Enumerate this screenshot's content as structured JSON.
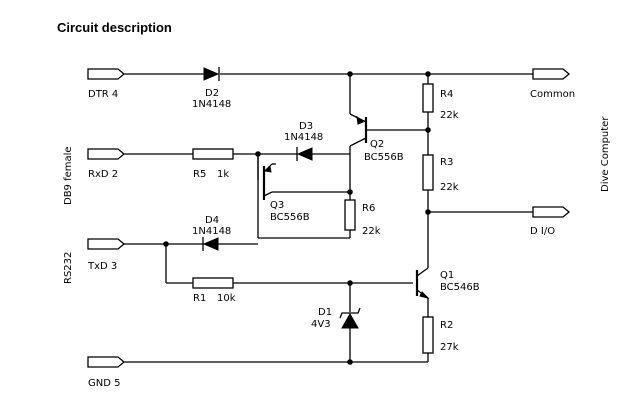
{
  "title": "Circuit description",
  "connectors": {
    "dtr": "DTR 4",
    "rxd": "RxD 2",
    "txd": "TxD 3",
    "gnd": "GND 5",
    "common": "Common",
    "dio": "D I/O"
  },
  "side_labels": {
    "db9": "DB9 female",
    "rs232": "RS232",
    "dive_computer": "Dive Computer"
  },
  "components": {
    "d2": {
      "ref": "D2",
      "value": "1N4148"
    },
    "d3": {
      "ref": "D3",
      "value": "1N4148"
    },
    "d4": {
      "ref": "D4",
      "value": "1N4148"
    },
    "d1": {
      "ref": "D1",
      "value": "4V3"
    },
    "q1": {
      "ref": "Q1",
      "value": "BC546B"
    },
    "q2": {
      "ref": "Q2",
      "value": "BC556B"
    },
    "q3": {
      "ref": "Q3",
      "value": "BC556B"
    },
    "r1": {
      "ref": "R1",
      "value": "10k"
    },
    "r2": {
      "ref": "R2",
      "value": "27k"
    },
    "r3": {
      "ref": "R3",
      "value": "22k"
    },
    "r4": {
      "ref": "R4",
      "value": "22k"
    },
    "r5": {
      "ref": "R5",
      "value": "1k"
    },
    "r6": {
      "ref": "R6",
      "value": "22k"
    }
  }
}
